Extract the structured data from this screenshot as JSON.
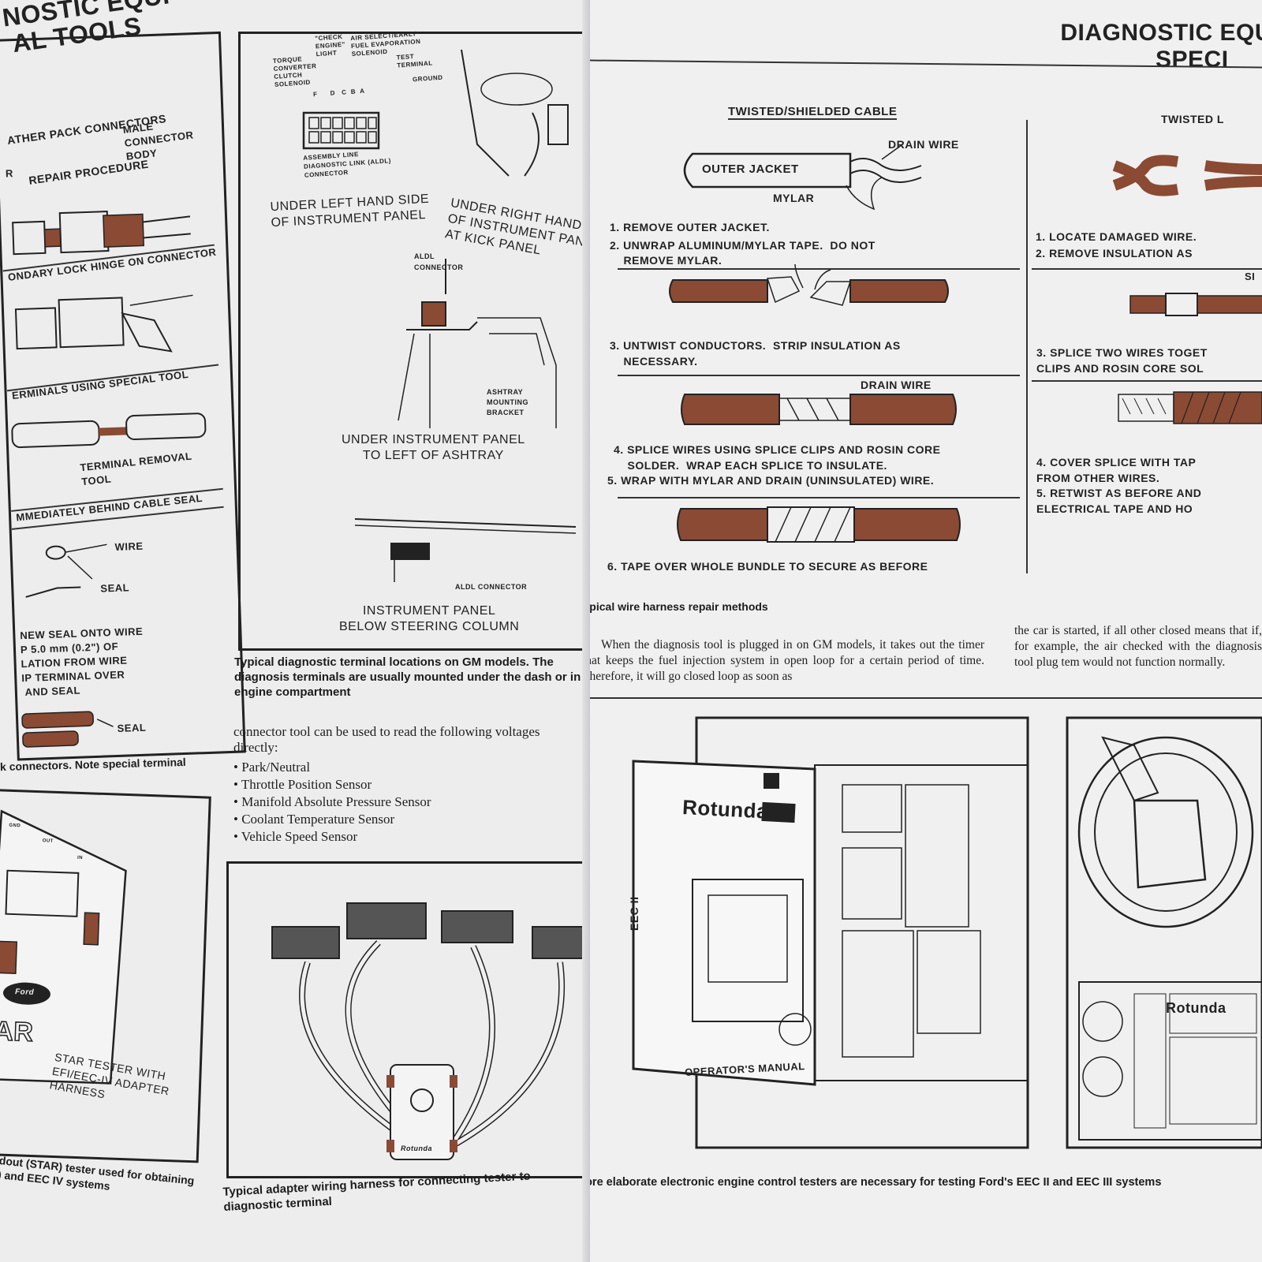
{
  "left_page": {
    "header_line1": "NOSTIC EQUI",
    "header_line2": "AL TOOLS",
    "weather_pack": {
      "title_line1": "ATHER PACK CONNECTORS",
      "title_line2": "REPAIR PROCEDURE",
      "male_body": "MALE\nCONNECTOR\nBODY",
      "r_fragment": "R",
      "hinge": "ONDARY LOCK HINGE ON CONNECTOR",
      "terminals": "ERMINALS USING SPECIAL TOOL",
      "removal_tool": "TERMINAL REMOVAL\nTOOL",
      "behind_seal": "MMEDIATELY BEHIND CABLE SEAL",
      "wire": "WIRE",
      "seal1": "SEAL",
      "new_seal": "NEW SEAL ONTO WIRE\nP 5.0 mm (0.2\") OF\nLATION FROM WIRE\nIP TERMINAL OVER\n AND SEAL",
      "seal2": "SEAL",
      "caption": "k connectors. Note special terminal"
    },
    "gm_box": {
      "check_engine": "\"CHECK\nENGINE\"\nLIGHT",
      "air_select": "AIR SELECT/EARLY\nFUEL EVAPORATION\nSOLENOID",
      "torque": "TORQUE\nCONVERTER\nCLUTCH\nSOLENOID",
      "test_terminal": "TEST\nTERMINAL",
      "ground": "GROUND",
      "pins": "F      D   C  B  A",
      "aldl_full": "ASSEMBLY LINE\nDIAGNOSTIC LINK (ALDL)\nCONNECTOR",
      "left_hand": "UNDER LEFT HAND SIDE\nOF INSTRUMENT PANEL",
      "right_hand": "UNDER RIGHT HAND SIDE\nOF INSTRUMENT PANEL\nAT KICK PANEL",
      "aldl_connector": "ALDL\nCONNECTOR",
      "ashtray_bracket": "ASHTRAY\nMOUNTING\nBRACKET",
      "under_panel": "UNDER INSTRUMENT PANEL\nTO LEFT OF ASHTRAY",
      "aldl_connector2": "ALDL CONNECTOR",
      "below_column": "INSTRUMENT PANEL\nBELOW STEERING COLUMN"
    },
    "gm_caption": "Typical diagnostic terminal locations on GM models. The diagnosis terminals are usually mounted under the dash or in engine compartment",
    "connector_text": "connector tool can be used to read the following voltages directly:",
    "voltages": [
      "Park/Neutral",
      "Throttle Position Sensor",
      "Manifold Absolute Pressure Sensor",
      "Coolant Temperature Sensor",
      "Vehicle Speed Sensor"
    ],
    "star": {
      "gnd": "GND",
      "out": "OUT",
      "in": "IN",
      "ford": "Ford",
      "logo_frag": "AR",
      "label": "STAR TESTER WITH\nEFI/EEC-IV ADAPTER\nHARNESS",
      "caption": "dout (STAR) tester used for obtaining\n) and EEC IV systems"
    },
    "adapter": {
      "box_brand": "Rotunda",
      "caption": "Typical adapter wiring harness for connecting tester to diagnostic terminal"
    }
  },
  "right_page": {
    "header_line1": "DIAGNOSTIC EQU",
    "header_line2": "SPECI",
    "twisted_shielded": {
      "title": "TWISTED/SHIELDED CABLE",
      "drain_wire": "DRAIN WIRE",
      "outer_jacket": "OUTER JACKET",
      "mylar": "MYLAR",
      "step1": "1. REMOVE OUTER JACKET.",
      "step2": "2. UNWRAP ALUMINUM/MYLAR TAPE.  DO NOT\n    REMOVE MYLAR.",
      "step3": "3. UNTWIST CONDUCTORS.  STRIP INSULATION AS\n    NECESSARY.",
      "drain_wire2": "DRAIN WIRE",
      "step4": "4. SPLICE WIRES USING SPLICE CLIPS AND ROSIN CORE\n    SOLDER.  WRAP EACH SPLICE TO INSULATE.",
      "step5": "5. WRAP WITH MYLAR AND DRAIN (UNINSULATED) WIRE.",
      "step6": "6. TAPE OVER WHOLE BUNDLE TO SECURE AS BEFORE"
    },
    "twisted_leads": {
      "title": "TWISTED L",
      "step1": "1. LOCATE DAMAGED WIRE.",
      "step2": "2. REMOVE INSULATION AS",
      "splice_frag": "SI",
      "step3": "3. SPLICE TWO WIRES TOGET\nCLIPS AND ROSIN CORE SOL",
      "step4": "4. COVER SPLICE WITH TAP\nFROM OTHER WIRES.",
      "step5": "5. RETWIST AS BEFORE AND\nELECTRICAL TAPE AND HO"
    },
    "harness_caption": "Typical wire harness repair methods",
    "para_left": "When the diagnosis tool is plugged in on GM models, it takes out the timer that keeps the fuel injection system in open loop for a certain period of time. Therefore, it will go closed loop as soon as",
    "para_right": "the car is started, if all other closed means that if, for example, the air checked with the diagnosis tool plug tem would not function normally.",
    "eec": {
      "brand": "Rotunda",
      "eec_label": "EEC II",
      "manual": "OPERATOR'S MANUAL",
      "brand2": "Rotunda",
      "caption": "More elaborate electronic engine control testers are necessary for testing Ford's EEC II and EEC III systems"
    }
  },
  "colors": {
    "paper": "#ededed",
    "ink": "#1c1c1c",
    "wire_brown": "#8a4a33"
  }
}
